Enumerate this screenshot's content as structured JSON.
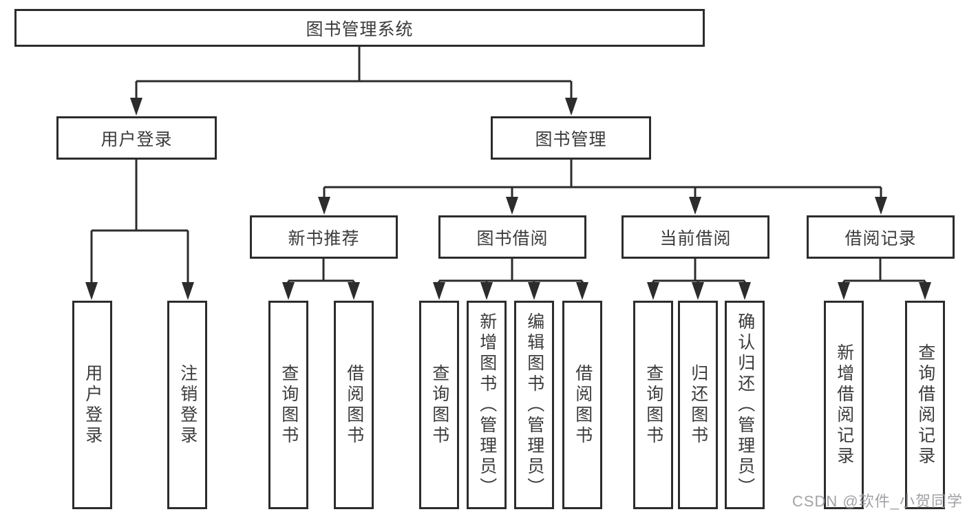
{
  "diagram": {
    "root": {
      "label": "图书管理系统"
    },
    "level2": [
      {
        "label": "用户登录"
      },
      {
        "label": "图书管理"
      }
    ],
    "level3": [
      {
        "label": "新书推荐"
      },
      {
        "label": "图书借阅"
      },
      {
        "label": "当前借阅"
      },
      {
        "label": "借阅记录"
      }
    ],
    "leaves": {
      "user_login": [
        {
          "label": "用户登录"
        },
        {
          "label": "注销登录"
        }
      ],
      "new_book": [
        {
          "label": "查询图书"
        },
        {
          "label": "借阅图书"
        }
      ],
      "book_borrow": [
        {
          "label": "查询图书"
        },
        {
          "label": "新增图书（管理员）"
        },
        {
          "label": "编辑图书（管理员）"
        },
        {
          "label": "借阅图书"
        }
      ],
      "current_borrow": [
        {
          "label": "查询图书"
        },
        {
          "label": "归还图书"
        },
        {
          "label": "确认归还（管理员）"
        }
      ],
      "borrow_records": [
        {
          "label": "新增借阅记录"
        },
        {
          "label": "查询借阅记录"
        }
      ]
    },
    "colors": {
      "line": "#2c2c2c",
      "box_background": "#ffffff",
      "text": "#3b3b3b",
      "watermark": "#98989c"
    }
  },
  "watermark": {
    "text": "CSDN @软件_小贺同学"
  }
}
